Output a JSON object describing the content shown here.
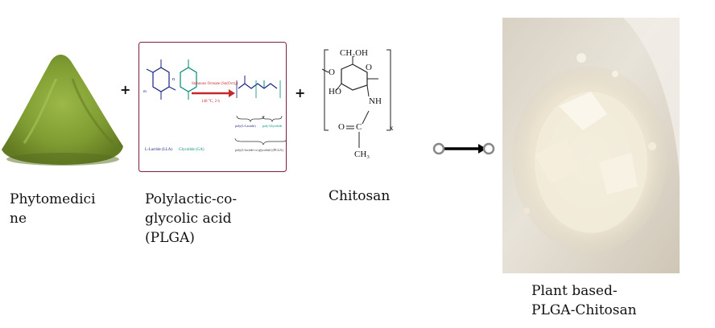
{
  "diagram": {
    "plus_1": "+",
    "plus_2": "+",
    "phytomedicine_label_line1": "Phytomedici",
    "phytomedicine_label_line2": "ne",
    "plga_label_line1": "Polylactic-co-",
    "plga_label_line2": "glycolic acid",
    "plga_label_line3": "(PLGA)",
    "chitosan_label": "Chitosan",
    "product_label_line1": "Plant based-",
    "product_label_line2": "PLGA-Chitosan",
    "plga_scheme": {
      "reactant_1": "L-Lactide (LLA)",
      "reactant_2": "Glycolide (GA)",
      "times_n": "n",
      "m_label": "m",
      "catalyst": "Stannous Octoate (Sn(Oct)₂)",
      "conditions": "140 °C, 2 h",
      "block_1": "poly(L-Lactide)",
      "block_2": "poly-Glycolide",
      "copolymer": "poly(L-lactide-co-glycolide) (PLGA)",
      "colors": {
        "border": "#7a2040",
        "lactide": "#1a237e",
        "glycolide": "#00897b",
        "arrow": "#c62828"
      }
    },
    "chitosan_structure": {
      "ch2oh": "CH₂OH",
      "ho": "HO",
      "o_ring": "O",
      "o_link": "O",
      "nh": "NH",
      "c": "C",
      "o_carbonyl": "O",
      "ch3": "CH₃",
      "subscript": "x"
    }
  }
}
